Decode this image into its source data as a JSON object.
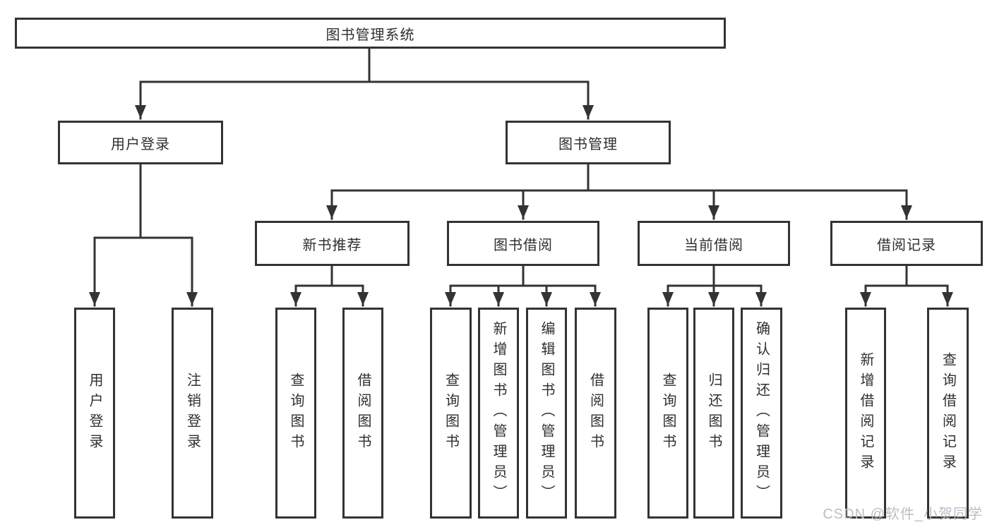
{
  "tree": {
    "root": {
      "label": "图书管理系统"
    },
    "children": [
      {
        "label": "用户登录",
        "children": [
          {
            "label": "用户登录"
          },
          {
            "label": "注销登录"
          }
        ]
      },
      {
        "label": "图书管理",
        "children": [
          {
            "label": "新书推荐",
            "children": [
              {
                "label": "查询图书"
              },
              {
                "label": "借阅图书"
              }
            ]
          },
          {
            "label": "图书借阅",
            "children": [
              {
                "label": "查询图书"
              },
              {
                "label": "新增图书（管理员）"
              },
              {
                "label": "编辑图书（管理员）"
              },
              {
                "label": "借阅图书"
              }
            ]
          },
          {
            "label": "当前借阅",
            "children": [
              {
                "label": "查询图书"
              },
              {
                "label": "归还图书"
              },
              {
                "label": "确认归还（管理员）"
              }
            ]
          },
          {
            "label": "借阅记录",
            "children": [
              {
                "label": "新增借阅记录"
              },
              {
                "label": "查询借阅记录"
              }
            ]
          }
        ]
      }
    ]
  },
  "watermark": {
    "text": "CSDN @软件_小贺同学",
    "color": "#bcbdc6"
  },
  "colors": {
    "line": "#333333",
    "box_fill": "#ffffff",
    "text": "#2f2f2f"
  }
}
